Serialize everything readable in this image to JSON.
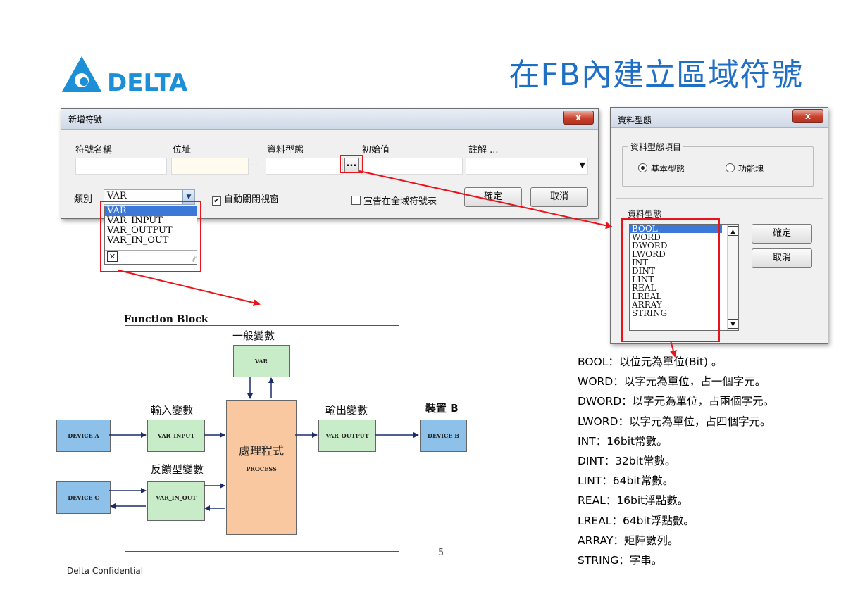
{
  "slide": {
    "title": "在FB內建立區域符號",
    "logo_text": "DELTA",
    "footer": "Delta Confidential",
    "page_number": "5"
  },
  "new_symbol_dialog": {
    "title": "新增符號",
    "close_label": "x",
    "columns": [
      "符號名稱",
      "位址",
      "資料型態",
      "初始值",
      "註解 ..."
    ],
    "address_dots": "...",
    "type_browse_label": "...",
    "category_label": "類別",
    "category_value": "VAR",
    "auto_close_label": "自動關閉視窗",
    "auto_close_checked": true,
    "global_label": "宣告在全域符號表",
    "global_checked": false,
    "ok_label": "確定",
    "cancel_label": "取消",
    "category_options": [
      "VAR",
      "VAR_INPUT",
      "VAR_OUTPUT",
      "VAR_IN_OUT"
    ],
    "category_selected": 0,
    "clear_glyph": "✕"
  },
  "data_type_dialog": {
    "title": "資料型態",
    "close_label": "x",
    "group_label": "資料型態項目",
    "radio_basic": "基本型態",
    "radio_function_block": "功能塊",
    "list_label": "資料型態",
    "types": [
      "BOOL",
      "WORD",
      "DWORD",
      "LWORD",
      "INT",
      "DINT",
      "LINT",
      "REAL",
      "LREAL",
      "ARRAY",
      "STRING"
    ],
    "selected_index": 0,
    "ok_label": "確定",
    "cancel_label": "取消"
  },
  "function_block": {
    "title": "Function Block",
    "var_caption": "一般變數",
    "var_block": "VAR",
    "input_caption": "輸入變數",
    "input_block": "VAR_INPUT",
    "output_caption": "輸出變數",
    "output_block": "VAR_OUTPUT",
    "device_b_caption": "裝置 B",
    "inout_caption": "反饋型變數",
    "inout_block": "VAR_IN_OUT",
    "process_title": "處理程式",
    "process_sub": "PROCESS",
    "device_a": "DEVICE A",
    "device_b": "DEVICE B",
    "device_c": "DEVICE C"
  },
  "type_descriptions": [
    "BOOL：以位元為單位(Bit) 。",
    "WORD：以字元為單位，占一個字元。",
    "DWORD：以字元為單位，占兩個字元。",
    "LWORD：以字元為單位，占四個字元。",
    "INT：16bit常數。",
    "DINT：32bit常數。",
    "LINT：64bit常數。",
    "REAL：16bit浮點數。",
    "LREAL：64bit浮點數。",
    "ARRAY：矩陣數列。",
    "STRING：字串。"
  ],
  "colors": {
    "title_blue": "#1f6fc5",
    "logo_blue": "#1c8fd6",
    "highlight_red": "#e8141b",
    "selection_blue": "#3c78d8"
  }
}
